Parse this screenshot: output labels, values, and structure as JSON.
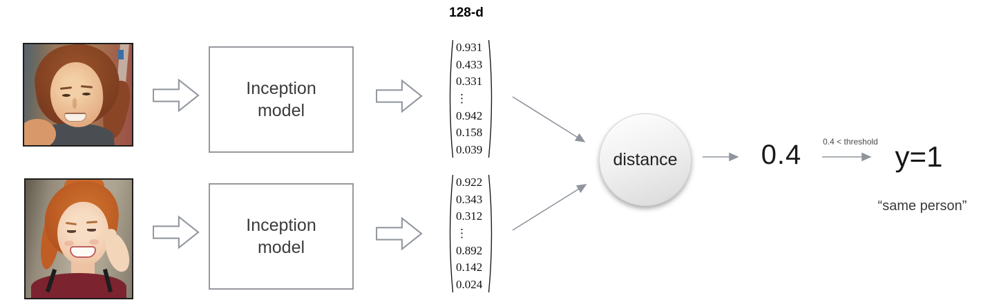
{
  "pipeline": {
    "embedding_label": "128-d",
    "model_box": {
      "line1": "Inception",
      "line2": "model"
    },
    "vector_top": [
      "0.931",
      "0.433",
      "0.331",
      "⋮",
      "0.942",
      "0.158",
      "0.039"
    ],
    "vector_bottom": [
      "0.922",
      "0.343",
      "0.312",
      "⋮",
      "0.892",
      "0.142",
      "0.024"
    ],
    "distance_node_label": "distance",
    "distance_value": "0.4",
    "threshold_note": "0.4 < threshold",
    "prediction": "y=1",
    "interpretation": "“same person”"
  },
  "colors": {
    "shape_gray": "#9398a0",
    "arrow_gray": "#8f959d",
    "box_border_gray": "#95989e",
    "text_dark": "#1a1a1a",
    "note_gray": "#4a4a4a"
  }
}
